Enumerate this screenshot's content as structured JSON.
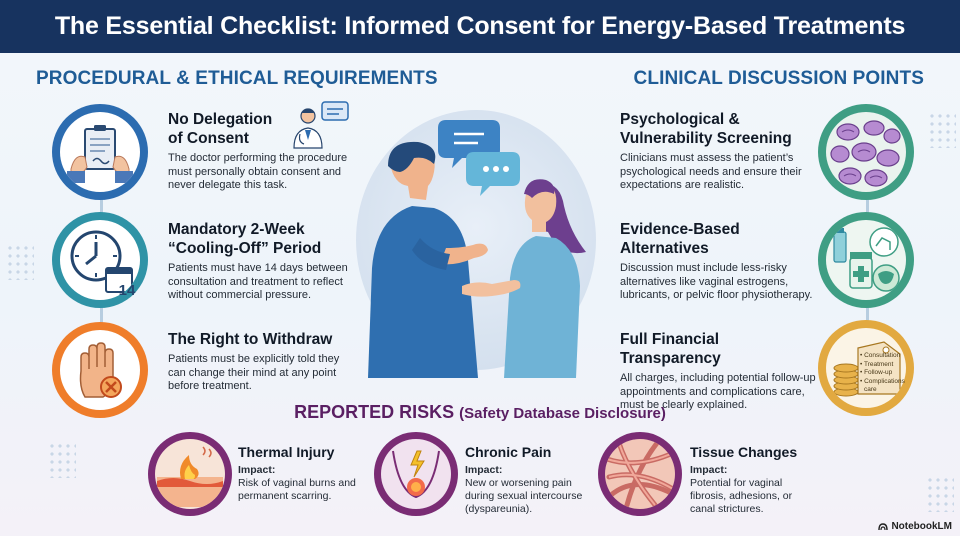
{
  "title": "The Essential Checklist: Informed Consent for Energy-Based Treatments",
  "left_section": {
    "heading": "PROCEDURAL & ETHICAL REQUIREMENTS",
    "items": [
      {
        "title_line1": "No Delegation",
        "title_line2": "of Consent",
        "text": "The doctor performing the procedure must personally obtain consent and never delegate this task.",
        "icon": "clipboard-icon"
      },
      {
        "title_line1": "Mandatory 2-Week",
        "title_line2": "“Cooling-Off” Period",
        "text": "Patients must have 14 days between consultation and treatment to reflect without commercial pressure.",
        "icon": "clock-calendar-icon",
        "calendar_number": "14"
      },
      {
        "title_line1": "The Right to Withdraw",
        "title_line2": "",
        "text": "Patients must be explicitly told they can change their mind at any point before treatment.",
        "icon": "stop-hand-icon"
      }
    ]
  },
  "right_section": {
    "heading": "CLINICAL DISCUSSION POINTS",
    "items": [
      {
        "title_line1": "Psychological &",
        "title_line2": "Vulnerability Screening",
        "text": "Clinicians must assess the patient’s psychological needs and ensure their expectations are realistic.",
        "icon": "brain-icon"
      },
      {
        "title_line1": "Evidence-Based",
        "title_line2": "Alternatives",
        "text": "Discussion must include less-risky alternatives like vaginal estrogens, lubricants, or pelvic floor physiotherapy.",
        "icon": "medication-icon"
      },
      {
        "title_line1": "Full Financial Transparency",
        "title_line2": "",
        "text": "All charges, including potential follow-up appointments and complications care, must be clearly explained.",
        "icon": "price-tag-icon",
        "tag_lines": [
          "• Consultation",
          "• Treatment",
          "• Follow-up",
          "• Complications",
          "care"
        ]
      }
    ]
  },
  "risks": {
    "heading": "REPORTED RISKS",
    "subheading": "(Safety Database Disclosure)",
    "items": [
      {
        "title": "Thermal Injury",
        "impact_label": "Impact:",
        "impact": "Risk of vaginal burns and permanent scarring.",
        "icon": "burn-icon"
      },
      {
        "title": "Chronic Pain",
        "impact_label": "Impact:",
        "impact": "New or worsening pain during sexual intercourse (dyspareunia).",
        "icon": "pain-icon"
      },
      {
        "title": "Tissue Changes",
        "impact_label": "Impact:",
        "impact": "Potential for vaginal fibrosis, adhesions, or canal strictures.",
        "icon": "tissue-fibers-icon"
      }
    ]
  },
  "brand": "NotebookLM",
  "colors": {
    "header": "#17335f",
    "section": "#1f5c96",
    "risk": "#5a1f63"
  }
}
